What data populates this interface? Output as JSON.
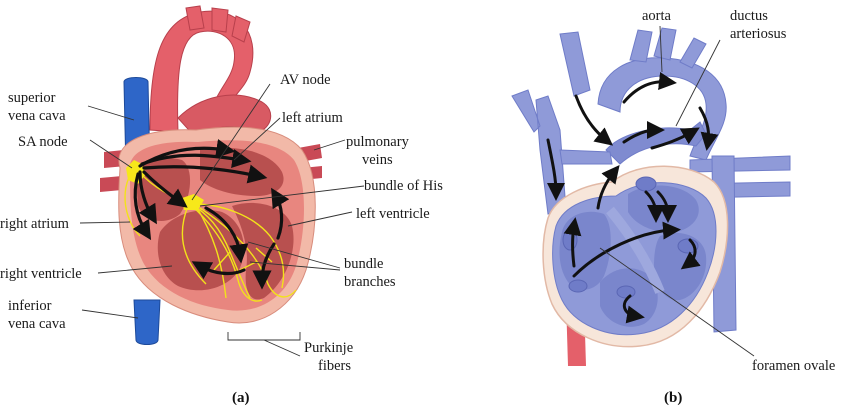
{
  "panel_a": {
    "caption": "(a)",
    "labels": {
      "superior_vena_cava_1": "superior",
      "superior_vena_cava_2": "vena cava",
      "sa_node": "SA node",
      "right_atrium": "right atrium",
      "right_ventricle": "right ventricle",
      "inferior_vena_cava_1": "inferior",
      "inferior_vena_cava_2": "vena cava",
      "av_node": "AV node",
      "left_atrium": "left atrium",
      "pulmonary_veins_1": "pulmonary",
      "pulmonary_veins_2": "veins",
      "bundle_of_his": "bundle of His",
      "left_ventricle": "left ventricle",
      "bundle_branches_1": "bundle",
      "bundle_branches_2": "branches",
      "purkinje_fibers_1": "Purkinje",
      "purkinje_fibers_2": "fibers"
    }
  },
  "panel_b": {
    "caption": "(b)",
    "labels": {
      "aorta": "aorta",
      "ductus_arteriosus_1": "ductus",
      "ductus_arteriosus_2": "arteriosus",
      "foramen_ovale": "foramen ovale"
    }
  },
  "colors": {
    "aorta_red": "#e4606a",
    "heart_muscle": "#e8867f",
    "pericardium": "#f2b9a8",
    "chamber_dark": "#b8504f",
    "vena_cava_blue": "#2e66c8",
    "sa_node_yellow": "#f7e81a",
    "fetal_blue": "#8f9ad8",
    "fetal_blue_dark": "#6f7cc8",
    "fetal_sac": "#f7e6da"
  }
}
